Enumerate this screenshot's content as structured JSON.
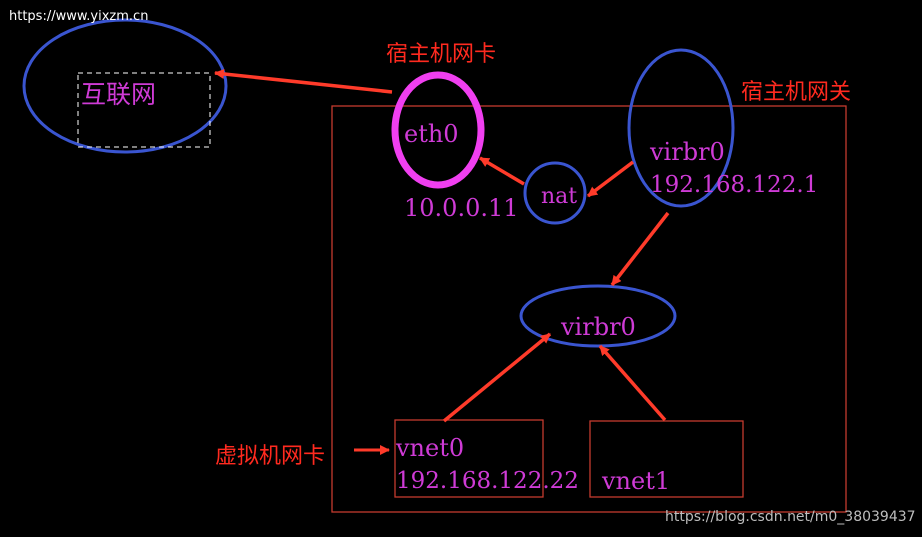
{
  "top_watermark": "https://www.yixzm.cn",
  "bottom_watermark": "https://blog.csdn.net/m0_38039437",
  "nodes": {
    "internet": "互联网",
    "eth0": "eth0",
    "eth0_ip": "10.0.0.11",
    "nat": "nat",
    "virbr0_gateway": "virbr0",
    "virbr0_gateway_ip": "192.168.122.1",
    "virbr0_bridge": "virbr0",
    "vnet0": "vnet0",
    "vnet0_ip": "192.168.122.22",
    "vnet1": "vnet1"
  },
  "annotations": {
    "host_nic": "宿主机网卡",
    "host_gateway": "宿主机网关",
    "vm_nic": "虚拟机网卡"
  },
  "colors": {
    "background": "#000000",
    "ellipse_blue": "#3a55d0",
    "eth0_ring": "#f03ff0",
    "arrow_red": "#ff3b2a",
    "box_red": "#c43a2e",
    "label_magenta": "#cf3bd6",
    "annotation_red": "#ff2a1f",
    "dashed_box": "#ffffff"
  }
}
